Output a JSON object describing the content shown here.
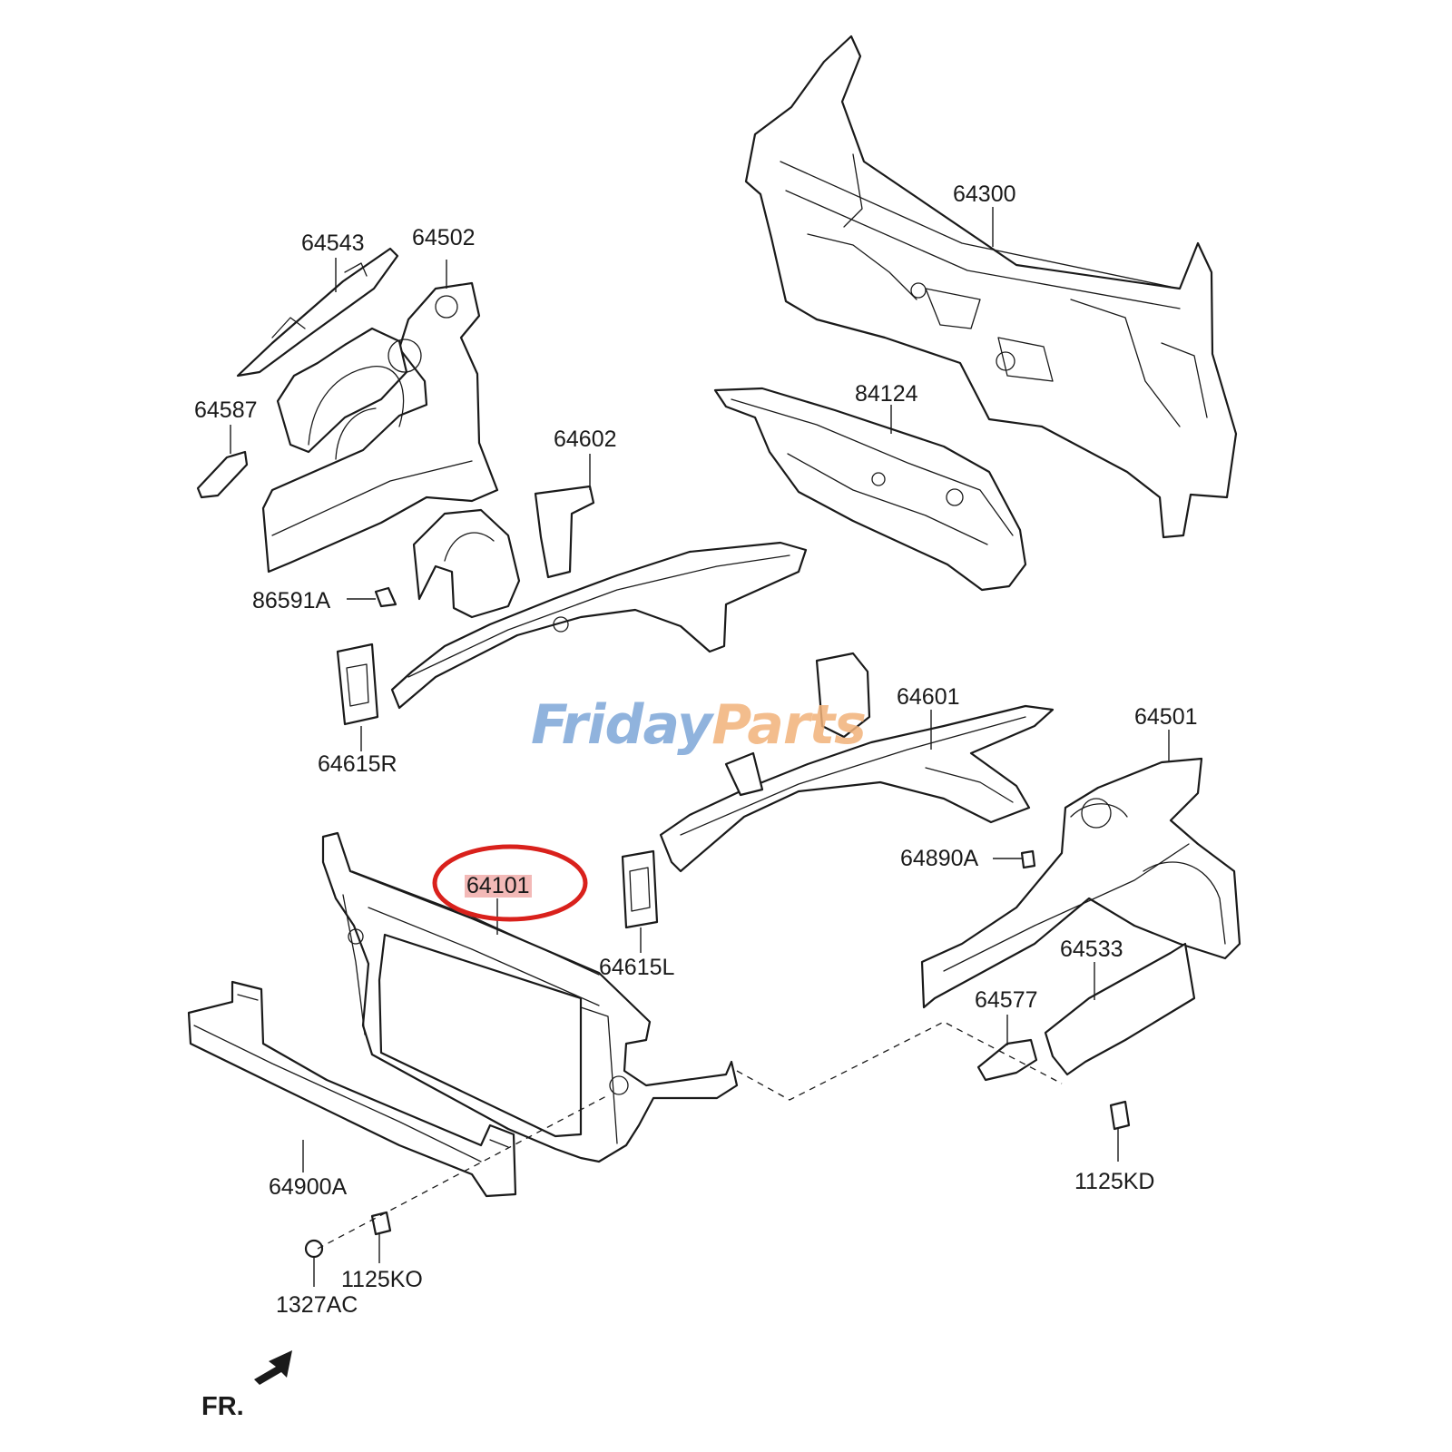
{
  "watermark": {
    "part1": "Friday",
    "part2": "Parts",
    "color_primary": "#7da6d8",
    "color_accent": "#f2b27a"
  },
  "highlight": {
    "part_number": "64101",
    "ring_color": "#d9211c",
    "fill_color": "#f3b9b7"
  },
  "direction_label": "FR.",
  "callouts": {
    "c64300": "64300",
    "c64543": "64543",
    "c64502": "64502",
    "c64587": "64587",
    "c84124": "84124",
    "c64602": "64602",
    "c86591A": "86591A",
    "c64615R": "64615R",
    "c64601": "64601",
    "c64501": "64501",
    "c64890A": "64890A",
    "c64101": "64101",
    "c64615L": "64615L",
    "c64533": "64533",
    "c64577": "64577",
    "c1125KD": "1125KD",
    "c64900A": "64900A",
    "c1125KO": "1125KO",
    "c1327AC": "1327AC"
  }
}
